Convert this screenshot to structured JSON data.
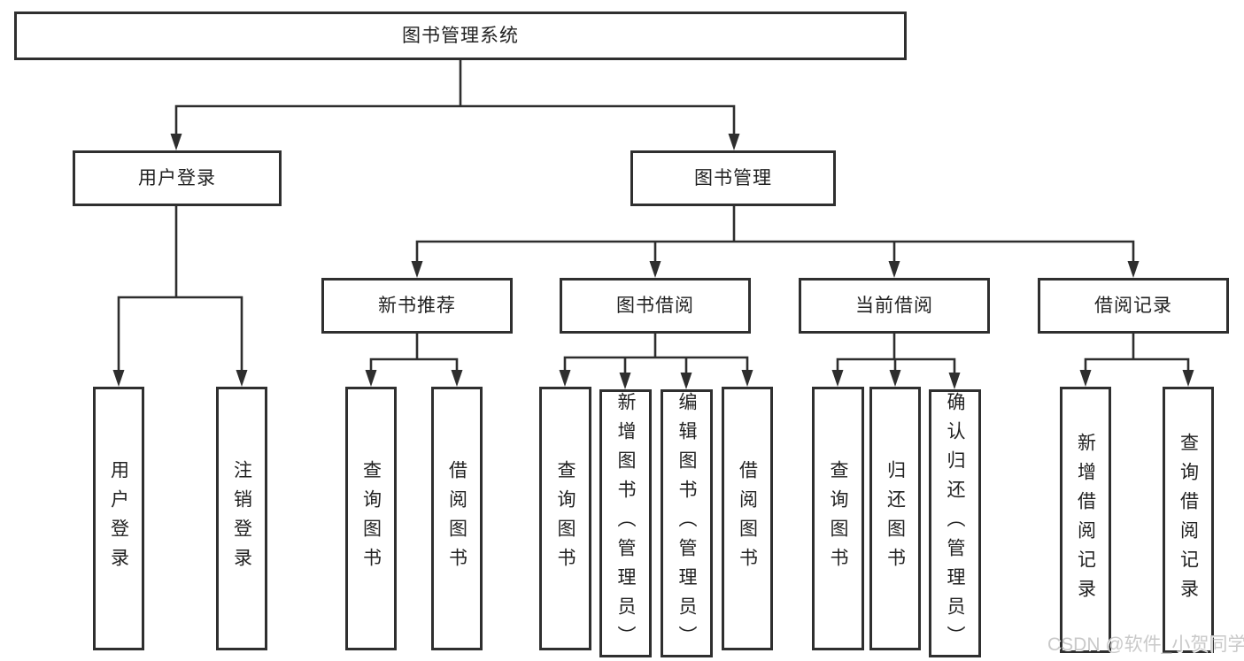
{
  "diagram_type": "hierarchy-tree",
  "colors": {
    "background": "#ffffff",
    "line": "#2e2e2e",
    "box_border": "#2f2f2f",
    "text": "#222222",
    "watermark": "#c6c6c6"
  },
  "tree": {
    "label": "图书管理系统",
    "children": [
      {
        "label": "用户登录",
        "children": [
          {
            "label": "用户登录"
          },
          {
            "label": "注销登录"
          }
        ]
      },
      {
        "label": "图书管理",
        "children": [
          {
            "label": "新书推荐",
            "children": [
              {
                "label": "查询图书"
              },
              {
                "label": "借阅图书"
              }
            ]
          },
          {
            "label": "图书借阅",
            "children": [
              {
                "label": "查询图书"
              },
              {
                "label": "新增图书（管理员）"
              },
              {
                "label": "编辑图书（管理员）"
              },
              {
                "label": "借阅图书"
              }
            ]
          },
          {
            "label": "当前借阅",
            "children": [
              {
                "label": "查询图书"
              },
              {
                "label": "归还图书"
              },
              {
                "label": "确认归还（管理员）"
              }
            ]
          },
          {
            "label": "借阅记录",
            "children": [
              {
                "label": "新增借阅记录"
              },
              {
                "label": "查询借阅记录"
              }
            ]
          }
        ]
      }
    ]
  },
  "watermark": {
    "text": "CSDN @软件_小贺同学"
  }
}
